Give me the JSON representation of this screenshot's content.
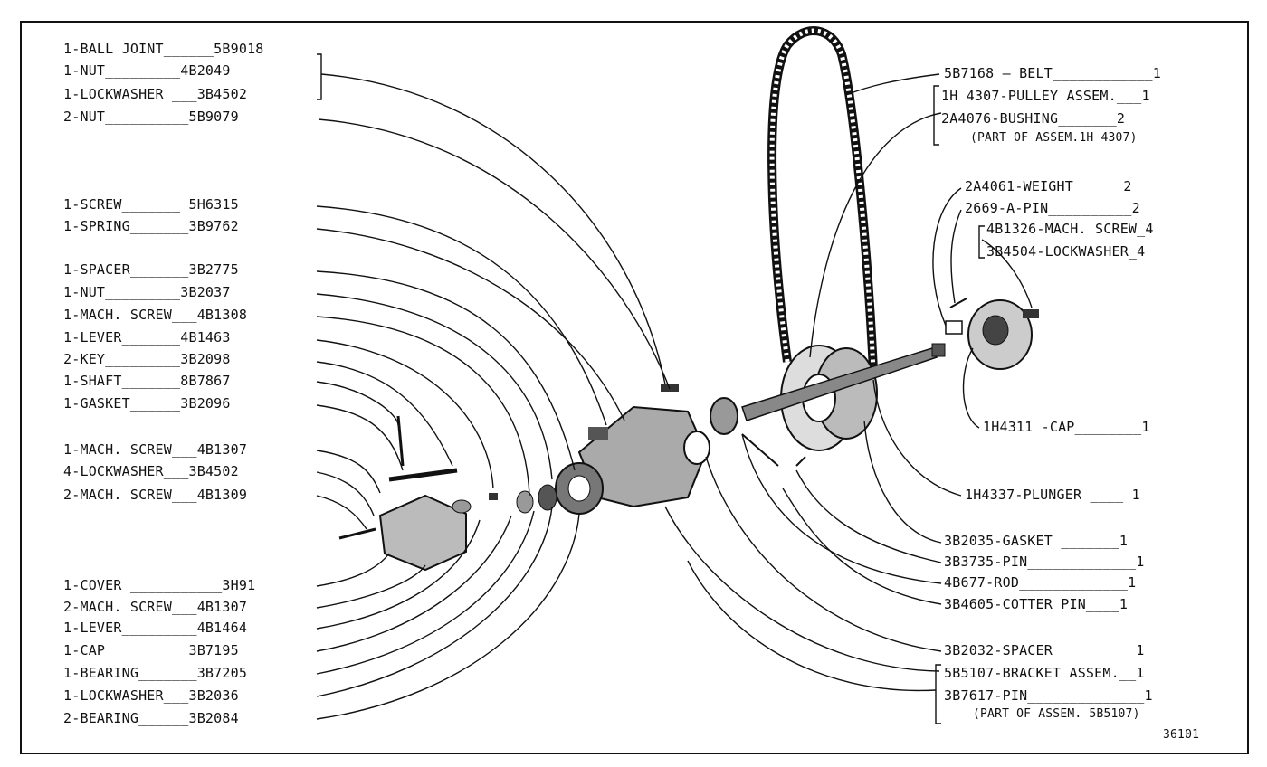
{
  "left_labels": [
    {
      "text": "1-BALL JOINT______5B9018"
    },
    {
      "text": "1-NUT_________4B2049"
    },
    {
      "text": "1-LOCKWASHER ___3B4502"
    },
    {
      "text": "2-NUT__________5B9079"
    },
    {
      "text": "1-SCREW_______ 5H6315"
    },
    {
      "text": "1-SPRING_______3B9762"
    },
    {
      "text": "1-SPACER_______3B2775"
    },
    {
      "text": "1-NUT_________3B2037"
    },
    {
      "text": "1-MACH. SCREW___4B1308"
    },
    {
      "text": "1-LEVER_______4B1463"
    },
    {
      "text": "2-KEY_________3B2098"
    },
    {
      "text": "1-SHAFT_______8B7867"
    },
    {
      "text": "1-GASKET______3B2096"
    },
    {
      "text": "1-MACH. SCREW___4B1307"
    },
    {
      "text": "4-LOCKWASHER___3B4502"
    },
    {
      "text": "2-MACH. SCREW___4B1309"
    },
    {
      "text": "1-COVER ___________3H91"
    },
    {
      "text": "2-MACH. SCREW___4B1307"
    },
    {
      "text": "1-LEVER_________4B1464"
    },
    {
      "text": "1-CAP__________3B7195"
    },
    {
      "text": "1-BEARING_______3B7205"
    },
    {
      "text": "1-LOCKWASHER___3B2036"
    },
    {
      "text": "2-BEARING______3B2084"
    }
  ],
  "right_labels": [
    {
      "text": "5B7168 — BELT____________1"
    },
    {
      "text": "1H 4307-PULLEY ASSEM.___1"
    },
    {
      "text": "2A4076-BUSHING_______2"
    },
    {
      "text": "(PART OF ASSEM.1H 4307)"
    },
    {
      "text": "2A4061-WEIGHT______2"
    },
    {
      "text": "2669-A-PIN__________2"
    },
    {
      "text": "4B1326-MACH. SCREW_4"
    },
    {
      "text": "3B4504-LOCKWASHER_4"
    },
    {
      "text": "1H4311 -CAP________1"
    },
    {
      "text": "1H4337-PLUNGER ____ 1"
    },
    {
      "text": "3B2035-GASKET _______1"
    },
    {
      "text": "3B3735-PIN_____________1"
    },
    {
      "text": "4B677-ROD_____________1"
    },
    {
      "text": "3B4605-COTTER PIN____1"
    },
    {
      "text": "3B2032-SPACER__________1"
    },
    {
      "text": "5B5107-BRACKET ASSEM.__1"
    },
    {
      "text": "3B7617-PIN______________1"
    },
    {
      "text": "(PART OF ASSEM. 5B5107)"
    }
  ],
  "figure_number": "36101"
}
